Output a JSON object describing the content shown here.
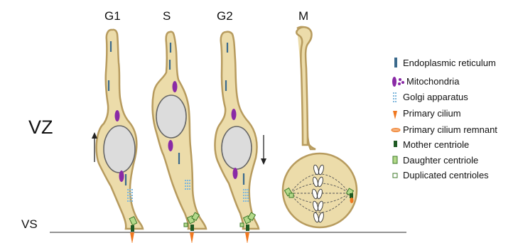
{
  "phases": {
    "g1": "G1",
    "s": "S",
    "g2": "G2",
    "m": "M"
  },
  "zones": {
    "vz": "VZ",
    "vs": "VS"
  },
  "legend": {
    "er": "Endoplasmic reticulum",
    "mitochondria": "Mitochondria",
    "golgi": "Golgi apparatus",
    "cilium": "Primary cilium",
    "cilium_remnant": "Primary cilium remnant",
    "mother_centriole": "Mother centriole",
    "daughter_centriole": "Daughter centriole",
    "duplicated_centrioles": "Duplicated centrioles"
  },
  "colors": {
    "cytoplasm": "#ecdcaa",
    "membrane": "#b79b5e",
    "er": "#3b6a8c",
    "mitochondria": "#8a2aa6",
    "golgi": "#7fb7dc",
    "cilium": "#f07820",
    "mother_centriole": "#1f5a24",
    "daughter_centriole": "#b4d98a"
  }
}
